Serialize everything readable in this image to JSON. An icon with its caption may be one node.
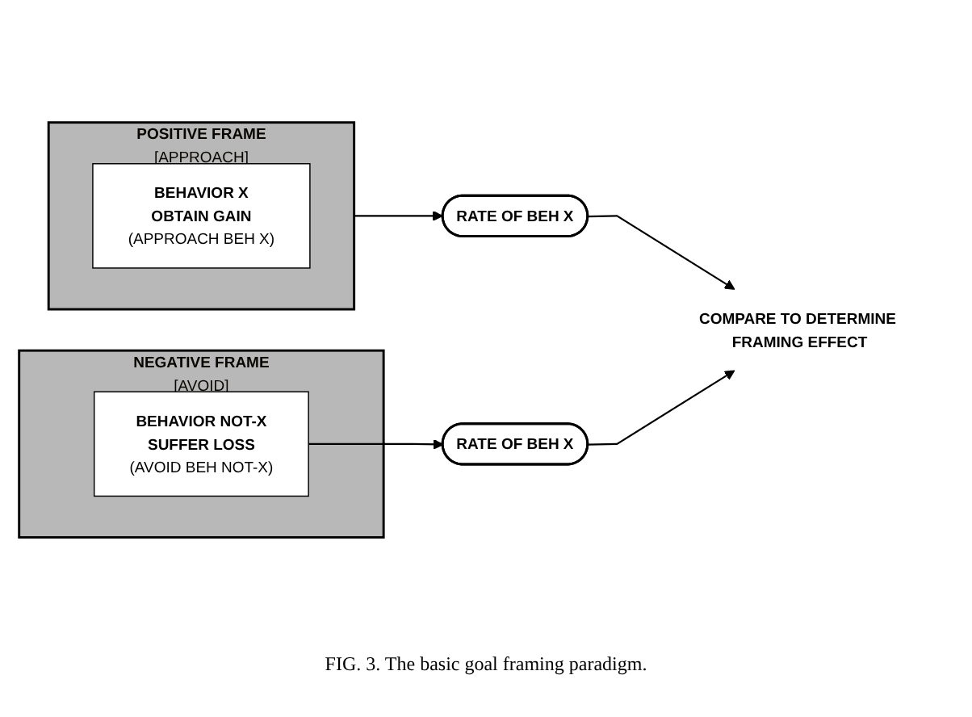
{
  "diagram": {
    "caption": "FIG. 3. The basic goal framing paradigm.",
    "nodes": [
      {
        "text": [
          "POSITIVE FRAME",
          "[APPROACH]"
        ]
      },
      {
        "text": [
          "BEHAVIOR X",
          "OBTAIN GAIN",
          "(APPROACH BEH X)"
        ],
        "in": 0
      },
      {
        "text": [
          "RATE OF BEH X"
        ]
      },
      {
        "text": [
          "COMPARE TO DETERMINE FRAMING EFFECT"
        ]
      },
      {
        "text": [
          "NEGATIVE FRAME",
          "[AVOID]"
        ]
      },
      {
        "text": [
          "BEHAVIOR NOT-X",
          "SUFFER LOSS",
          "(AVOID BEH NOT-X)"
        ],
        "in": 4
      },
      {
        "text": [
          "RATE OF BEH X"
        ]
      }
    ],
    "edges": [
      {
        "from": 0,
        "to": 2,
        "arrow": "to"
      },
      {
        "from": 2,
        "to": 3,
        "arrow": "to"
      },
      {
        "from": 5,
        "to": 6,
        "arrow": "to"
      },
      {
        "from": 6,
        "to": 3,
        "arrow": "to"
      }
    ]
  }
}
